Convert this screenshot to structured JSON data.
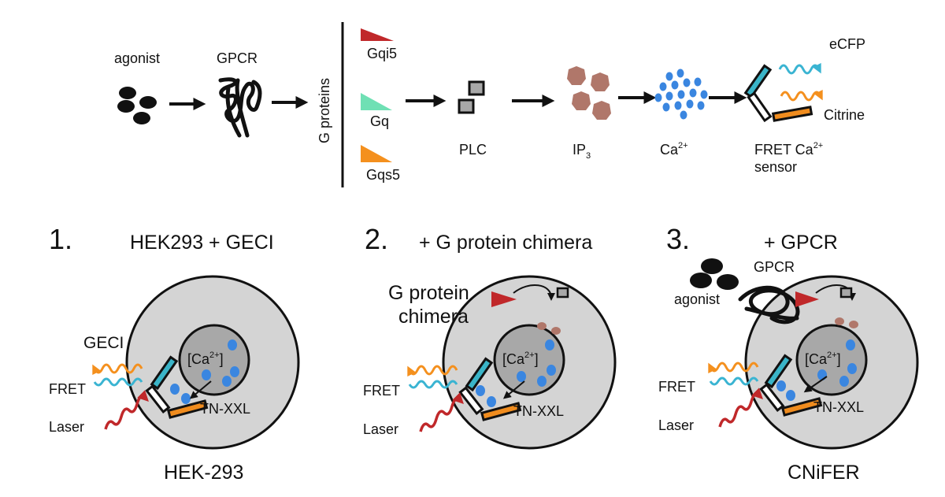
{
  "pathway": {
    "agonist": "agonist",
    "gpcr": "GPCR",
    "g_proteins_label": "G proteins",
    "gqi5": "Gqi5",
    "gq": "Gq",
    "gqs5": "Gqs5",
    "plc": "PLC",
    "ip3_main": "IP",
    "ip3_sub": "3",
    "ca_main": "Ca",
    "ca_sup": "2+",
    "fret_line1_main": "FRET Ca",
    "fret_line1_sup": "2+",
    "fret_line2": "sensor",
    "ecfp": "eCFP",
    "citrine": "Citrine"
  },
  "panels": [
    {
      "number": "1.",
      "heading": "HEK293 + GECI",
      "footer": "HEK-293",
      "geci_label": "GECI",
      "ca_label_pre": "[Ca",
      "ca_label_sup": "2+",
      "ca_label_post": "]",
      "fret": "FRET",
      "laser": "Laser",
      "sensor": "TN-XXL"
    },
    {
      "number": "2.",
      "heading": "+ G protein chimera",
      "footer": "",
      "chimera_line1": "G protein",
      "chimera_line2": "chimera",
      "ca_label_pre": "[Ca",
      "ca_label_sup": "2+",
      "ca_label_post": "]",
      "fret": "FRET",
      "laser": "Laser",
      "sensor": "TN-XXL"
    },
    {
      "number": "3.",
      "heading": "+ GPCR",
      "footer": "CNiFER",
      "gpcr": "GPCR",
      "agonist": "agonist",
      "ca_label_pre": "[Ca",
      "ca_label_sup": "2+",
      "ca_label_post": "]",
      "fret": "FRET",
      "laser": "Laser",
      "sensor": "TN-XXL"
    }
  ],
  "colors": {
    "gqi5": "#c0282a",
    "gq": "#6fe0b4",
    "gqs5": "#f4901e",
    "ip3": "#b0776a",
    "calcium": "#3a86e0",
    "ecfp_wave": "#3ab4d2",
    "citrine_wave": "#f4901e",
    "laser_wave": "#c0282a",
    "cell": "#d4d4d4",
    "nucleus": "#a8a8a8",
    "plc": "#a8a8a8",
    "sensor_cyan": "#3ab4c8",
    "sensor_orange": "#f08c1e"
  },
  "icons": [
    "agonist-icon",
    "gpcr-icon",
    "plc-icon",
    "ip3-icon",
    "calcium-icon",
    "fret-sensor-icon",
    "wave-icon",
    "cell-icon"
  ]
}
